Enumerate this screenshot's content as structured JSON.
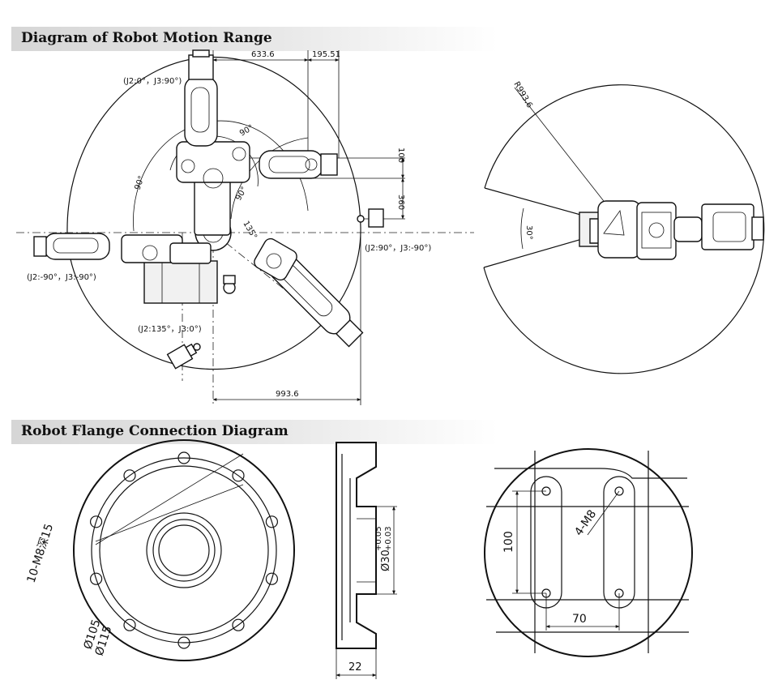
{
  "sections": {
    "motion_title": "Diagram of Robot Motion Range",
    "flange_title": "Robot Flange Connection Diagram"
  },
  "motion": {
    "dims": {
      "d_633_6": "633.6",
      "d_195_51": "195.51",
      "d_100": "100",
      "d_360": "360",
      "d_993_6": "993.6",
      "r_993_6": "R993.6",
      "a_90_a": "90°",
      "a_90_b": "90°",
      "a_90_c": "90°",
      "a_135": "135°",
      "a_30": "30°"
    },
    "poses": {
      "top": "(J2:0°，J3:90°)",
      "right": "(J2:90°，J3:-90°)",
      "left": "(J2:-90°，J3:-90°)",
      "down": "(J2:135°，J3:0°)"
    }
  },
  "flange": {
    "holes_label": "10-M8深15",
    "dia_105": "Ø105",
    "dia_115": "Ø115",
    "thickness": "22",
    "bore": "Ø30",
    "bore_tol_upper": "+0.05",
    "bore_tol_lower": "+0.03",
    "slot_label": "4-M8",
    "dim_100": "100",
    "dim_70": "70"
  }
}
